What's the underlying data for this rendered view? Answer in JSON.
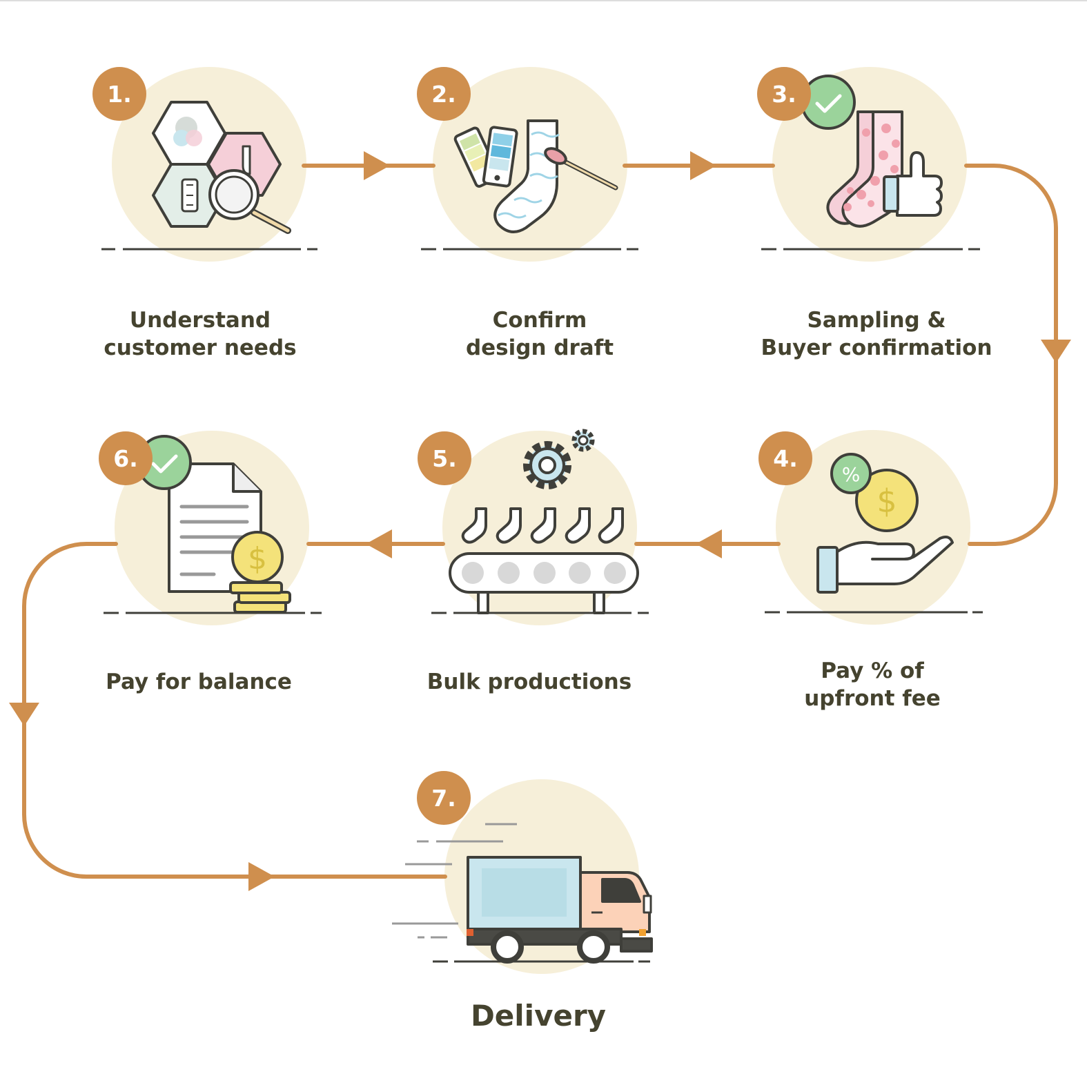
{
  "steps": [
    {
      "number": "1.",
      "label_lines": [
        "Understand",
        "customer needs"
      ],
      "icon": "hexagon-swatches-magnifier-icon"
    },
    {
      "number": "2.",
      "label_lines": [
        "Confirm",
        "design draft"
      ],
      "icon": "sock-palette-brush-icon"
    },
    {
      "number": "3.",
      "label_lines": [
        "Sampling &",
        "Buyer confirmation"
      ],
      "icon": "socks-thumbs-up-icon"
    },
    {
      "number": "4.",
      "label_lines": [
        "Pay % of",
        "upfront fee"
      ],
      "icon": "hand-coin-percent-icon"
    },
    {
      "number": "5.",
      "label_lines": [
        "Bulk productions"
      ],
      "icon": "conveyor-socks-gear-icon"
    },
    {
      "number": "6.",
      "label_lines": [
        "Pay for balance"
      ],
      "icon": "document-coins-icon"
    },
    {
      "number": "7.",
      "label_lines": [
        "Delivery"
      ],
      "icon": "delivery-truck-icon"
    }
  ],
  "icon_glyphs": {
    "percent": "%",
    "dollar": "$"
  },
  "colors": {
    "accent": "#cf8f4e",
    "circle_bg": "#f6efd9",
    "text": "#45432f",
    "check_green": "#9bd39b",
    "coin_yellow": "#f4e27a",
    "light_blue": "#c9e6ee",
    "pink": "#f5cfd8",
    "outline": "#3f3f3a"
  }
}
